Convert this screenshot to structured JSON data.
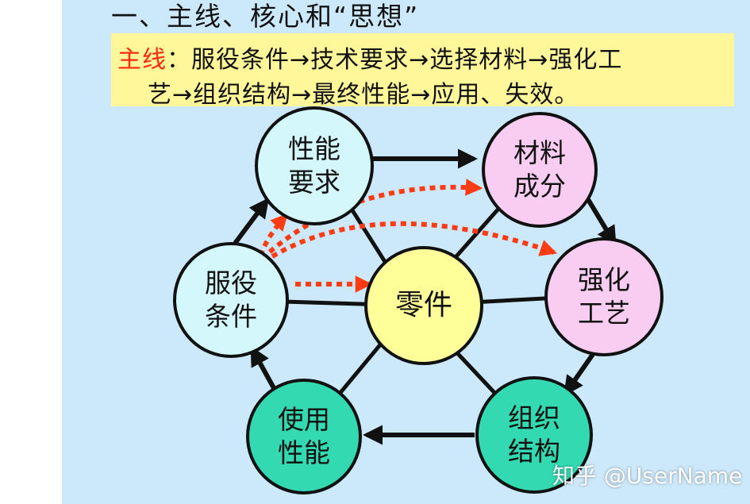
{
  "title": "一、主线、核心和“思想”",
  "mainline": {
    "label": "主线",
    "line1": "：服役条件→技术要求→选择材料→强化工",
    "line2": "艺→组织结构→最终性能→应用、失效。"
  },
  "nodes": {
    "performance_requirement": {
      "line1": "性能",
      "line2": "要求"
    },
    "material_composition": {
      "line1": "材料",
      "line2": "成分"
    },
    "strengthening_process": {
      "line1": "强化",
      "line2": "工艺"
    },
    "microstructure": {
      "line1": "组织",
      "line2": "结构"
    },
    "service_performance": {
      "line1": "使用",
      "line2": "性能"
    },
    "service_condition": {
      "line1": "服役",
      "line2": "条件"
    },
    "part": {
      "label": "零件"
    }
  },
  "colors": {
    "slide_background": "#cce9fb",
    "highlight_box": "#fff799",
    "mainline_label": "#ff2a10",
    "node_light_blue": "#d4f7fb",
    "node_pink": "#f9ccf2",
    "node_yellow": "#ffff99",
    "node_teal": "#33d9b0",
    "dashed_arrow": "#ff3b14"
  },
  "watermark": "知乎 @UserName"
}
